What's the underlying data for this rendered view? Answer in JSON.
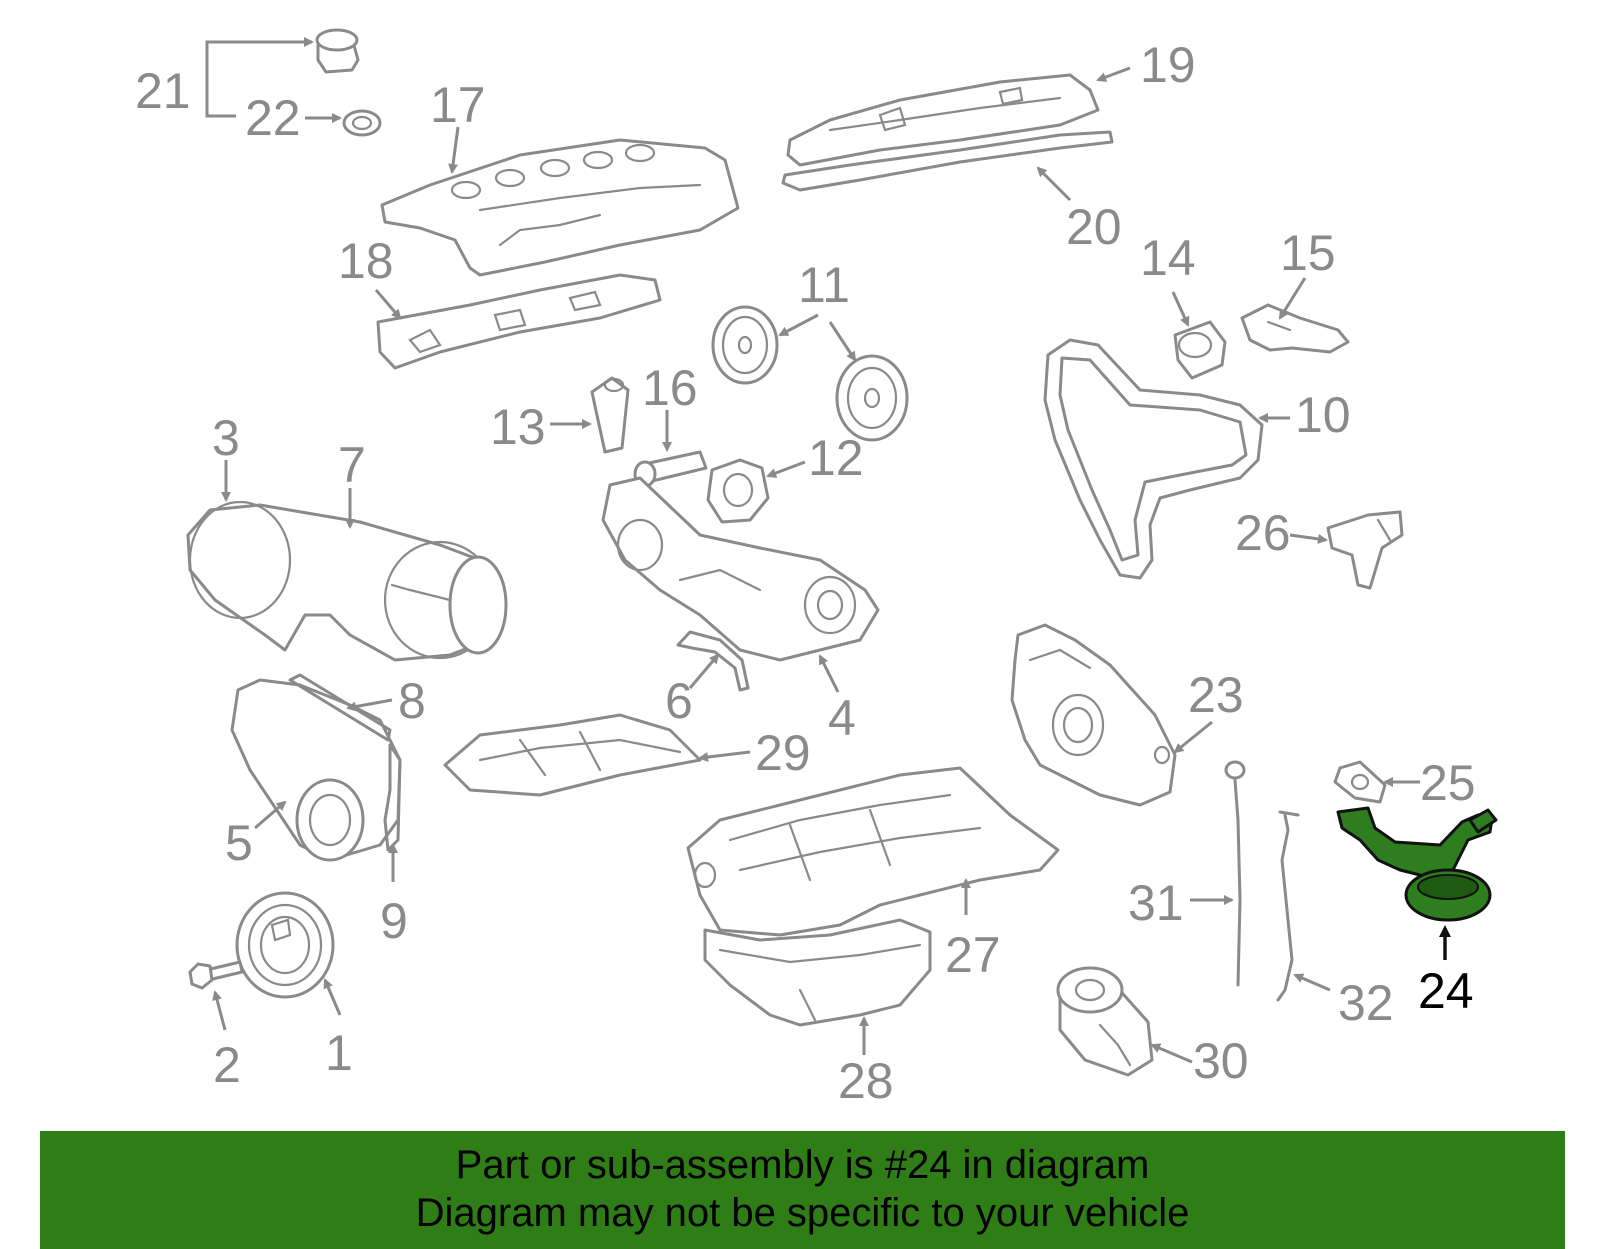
{
  "diagram": {
    "callouts": [
      "1",
      "2",
      "3",
      "4",
      "5",
      "6",
      "7",
      "8",
      "9",
      "10",
      "11",
      "12",
      "13",
      "14",
      "15",
      "16",
      "17",
      "18",
      "19",
      "20",
      "21",
      "22",
      "23",
      "24",
      "25",
      "26",
      "27",
      "28",
      "29",
      "30",
      "31",
      "32"
    ],
    "highlighted_part": "24",
    "colors": {
      "line": "#8a8a8a",
      "highlight": "#2e7d1f",
      "banner": "#2e7d16"
    }
  },
  "banner": {
    "line1": "Part or sub-assembly is #24 in diagram",
    "line2": "Diagram may not be specific to your vehicle"
  }
}
